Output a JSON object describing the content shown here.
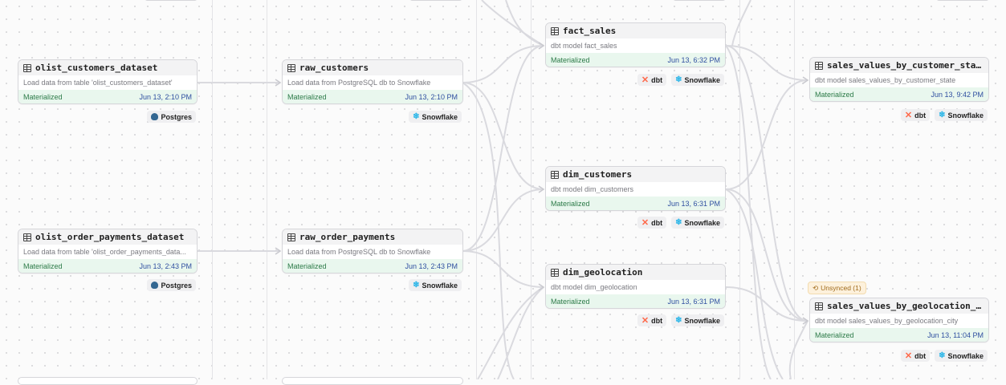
{
  "nodes": {
    "olist_customers_dataset": {
      "title": "olist_customers_dataset",
      "description": "Load data from table 'olist_customers_dataset'",
      "status": "Materialized",
      "time": "Jun 13, 2:10 PM",
      "tags": [
        {
          "label": "Postgres",
          "icon": "postgres-icon"
        }
      ]
    },
    "olist_order_payments_dataset": {
      "title": "olist_order_payments_dataset",
      "description": "Load data from table 'olist_order_payments_data...",
      "status": "Materialized",
      "time": "Jun 13, 2:43 PM",
      "tags": [
        {
          "label": "Postgres",
          "icon": "postgres-icon"
        }
      ]
    },
    "raw_customers": {
      "title": "raw_customers",
      "description": "Load data from PostgreSQL db to Snowflake",
      "status": "Materialized",
      "time": "Jun 13, 2:10 PM",
      "tags": [
        {
          "label": "Snowflake",
          "icon": "snowflake-icon"
        }
      ]
    },
    "raw_order_payments": {
      "title": "raw_order_payments",
      "description": "Load data from PostgreSQL db to Snowflake",
      "status": "Materialized",
      "time": "Jun 13, 2:43 PM",
      "tags": [
        {
          "label": "Snowflake",
          "icon": "snowflake-icon"
        }
      ]
    },
    "fact_sales": {
      "title": "fact_sales",
      "description": "dbt model fact_sales",
      "status": "Materialized",
      "time": "Jun 13, 6:32 PM",
      "tags": [
        {
          "label": "dbt",
          "icon": "dbt-icon"
        },
        {
          "label": "Snowflake",
          "icon": "snowflake-icon"
        }
      ]
    },
    "dim_customers": {
      "title": "dim_customers",
      "description": "dbt model dim_customers",
      "status": "Materialized",
      "time": "Jun 13, 6:31 PM",
      "tags": [
        {
          "label": "dbt",
          "icon": "dbt-icon"
        },
        {
          "label": "Snowflake",
          "icon": "snowflake-icon"
        }
      ]
    },
    "dim_geolocation": {
      "title": "dim_geolocation",
      "description": "dbt model dim_geolocation",
      "status": "Materialized",
      "time": "Jun 13, 6:31 PM",
      "tags": [
        {
          "label": "dbt",
          "icon": "dbt-icon"
        },
        {
          "label": "Snowflake",
          "icon": "snowflake-icon"
        }
      ]
    },
    "sales_values_by_customer_state": {
      "title": "sales_values_by_customer_state",
      "description": "dbt model sales_values_by_customer_state",
      "status": "Materialized",
      "time": "Jun 13, 9:42 PM",
      "tags": [
        {
          "label": "dbt",
          "icon": "dbt-icon"
        },
        {
          "label": "Snowflake",
          "icon": "snowflake-icon"
        }
      ]
    },
    "sales_values_by_geolocation_city": {
      "title": "sales_values_by_geolocation_ci...",
      "description": "dbt model sales_values_by_geolocation_city",
      "status": "Materialized",
      "time": "Jun 13, 11:04 PM",
      "unsynced": "Unsynced (1)",
      "tags": [
        {
          "label": "dbt",
          "icon": "dbt-icon"
        },
        {
          "label": "Snowflake",
          "icon": "snowflake-icon"
        }
      ]
    }
  },
  "colors": {
    "materialized_bg": "#e9f7ee",
    "materialized_text": "#2b7a47",
    "time_text": "#2f4fa0",
    "edge": "#dadadf",
    "unsynced_bg": "#fdf1dc"
  }
}
